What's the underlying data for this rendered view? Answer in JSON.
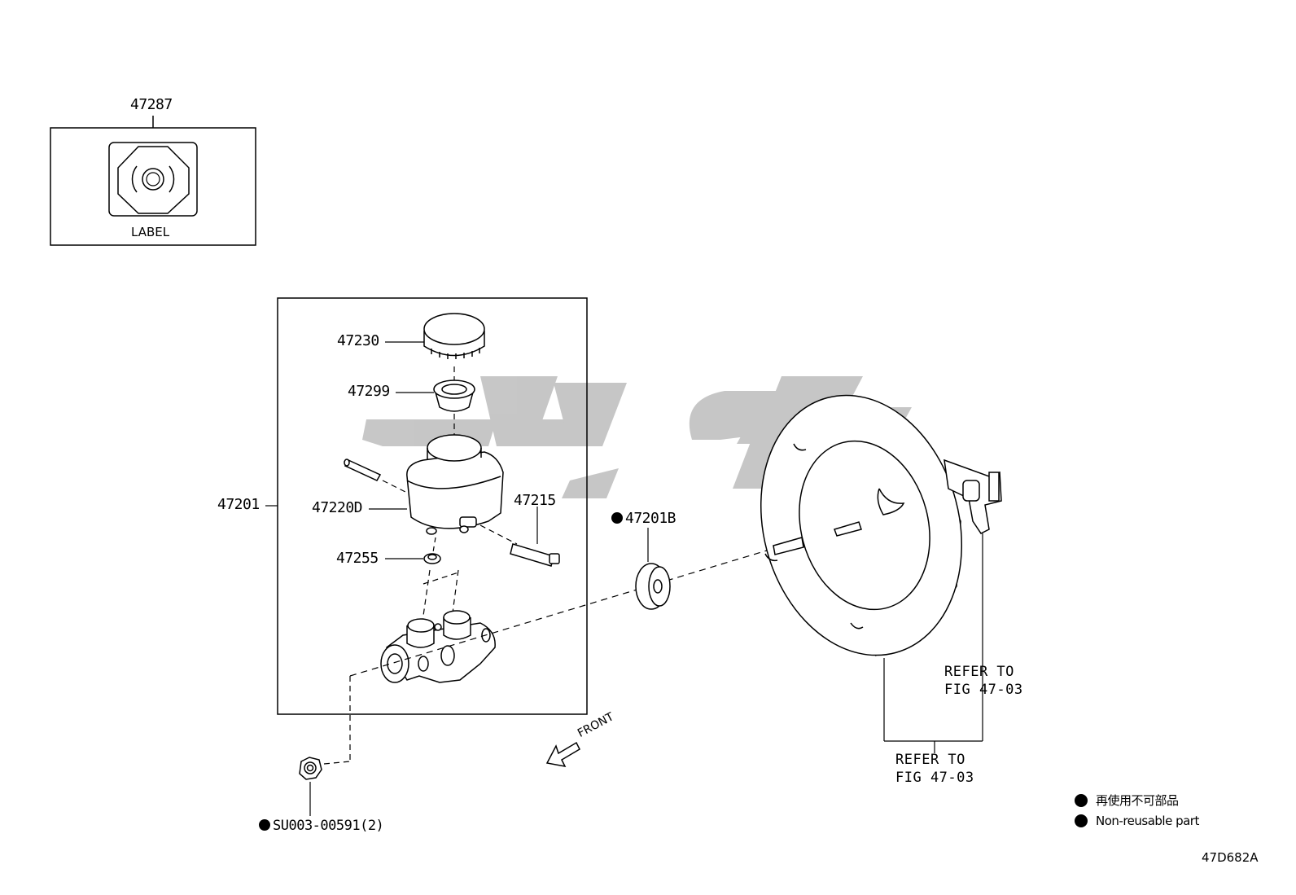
{
  "callouts": {
    "p47287": "47287",
    "label_text": "LABEL",
    "p47230": "47230",
    "p47299": "47299",
    "p47201": "47201",
    "p47220D": "47220D",
    "p47215": "47215",
    "p47255": "47255",
    "p47201B": "47201B",
    "su003": "SU003-00591(2)",
    "front": "FRONT"
  },
  "references": {
    "right_line1": "REFER TO",
    "right_line2": "FIG 47-03",
    "bottom_line1": "REFER TO",
    "bottom_line2": "FIG 47-03"
  },
  "legend": {
    "japanese": "再使用不可部品",
    "english": "Non-reusable part"
  },
  "figure_code": "47D682A",
  "watermark_color": "#bdbdbd"
}
